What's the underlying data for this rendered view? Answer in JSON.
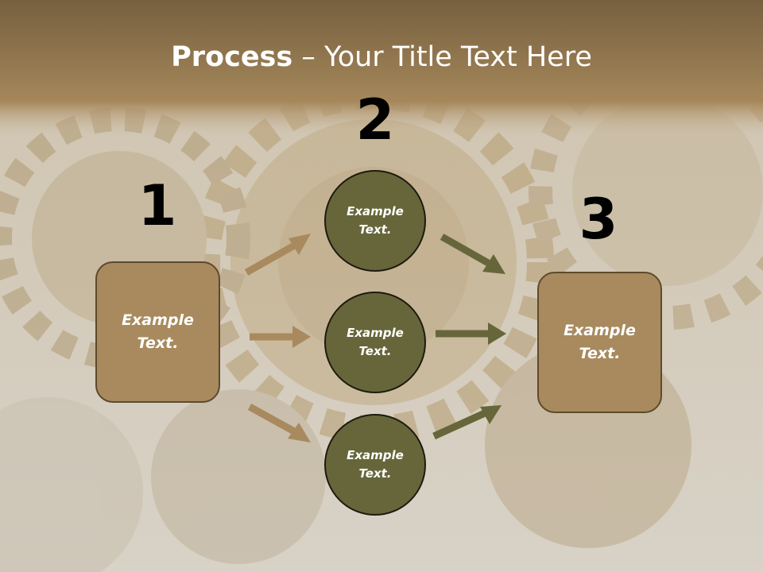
{
  "slide": {
    "title_bold": "Process",
    "title_rest": " – Your Title Text Here"
  },
  "steps": [
    {
      "number": "1",
      "box_line1": "Example",
      "box_line2": "Text."
    },
    {
      "number": "2",
      "circles": [
        {
          "line1": "Example",
          "line2": "Text."
        },
        {
          "line1": "Example",
          "line2": "Text."
        },
        {
          "line1": "Example",
          "line2": "Text."
        }
      ]
    },
    {
      "number": "3",
      "box_line1": "Example",
      "box_line2": "Text."
    }
  ],
  "colors": {
    "header_band": "#8b7149",
    "box_fill": "#a88a5e",
    "circle_fill": "#66663a",
    "arrow_left": "#a88a5e",
    "arrow_right": "#66663a"
  }
}
